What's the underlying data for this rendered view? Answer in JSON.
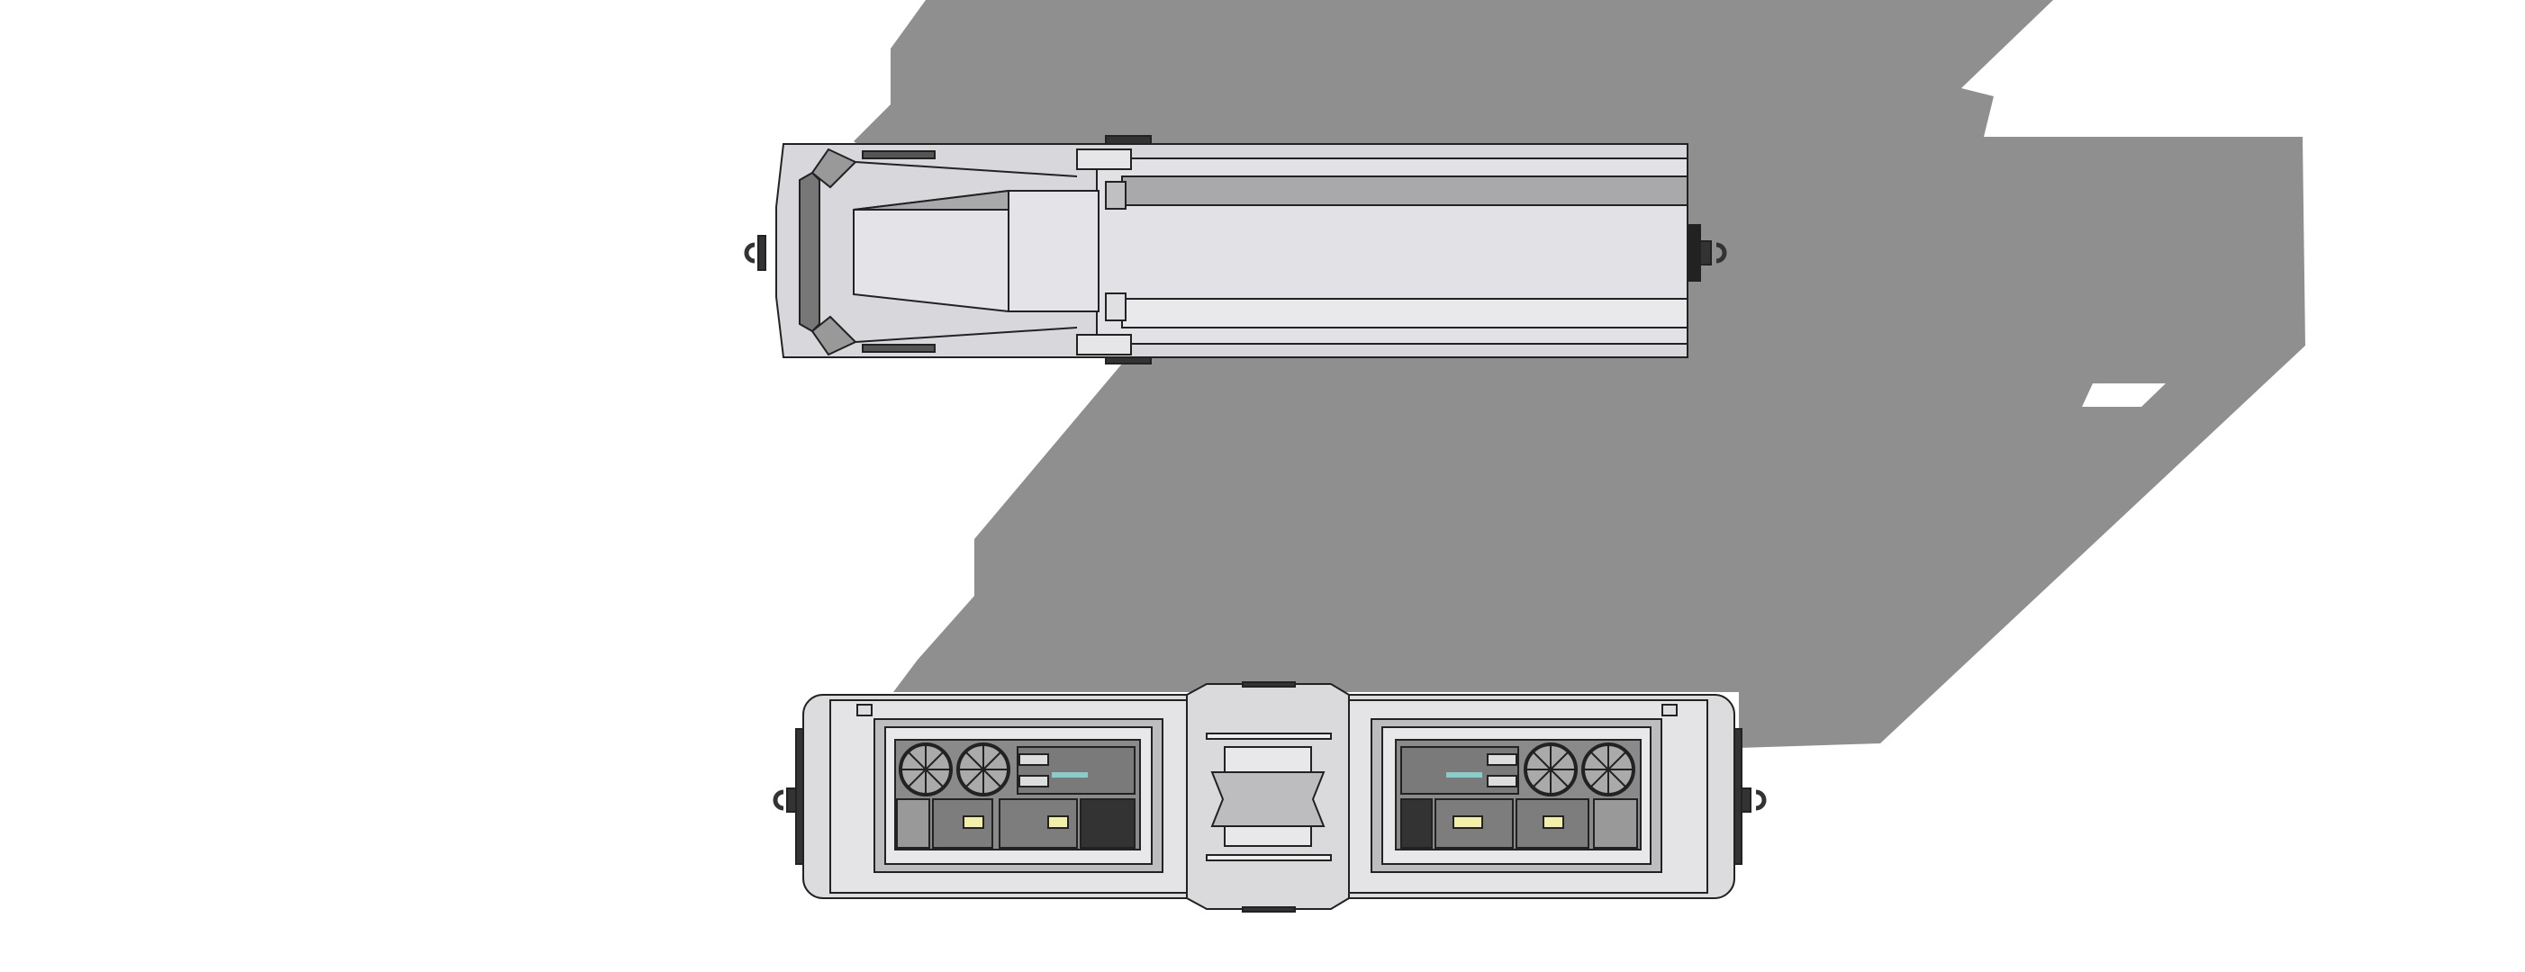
{
  "scene": {
    "background_color": "#ffffff",
    "shadow_color": "#8f8f8f",
    "body_color": "#d6d6da",
    "panel_dark_color": "#8a8a8a",
    "indicator_color": "#f2f0a8",
    "top_view_car": {
      "name": "roof-view-car",
      "couplers": 2
    },
    "bottom_view_car": {
      "name": "open-machinery-car",
      "fans_per_side": 2,
      "indicator_lights_per_side": 2
    }
  }
}
